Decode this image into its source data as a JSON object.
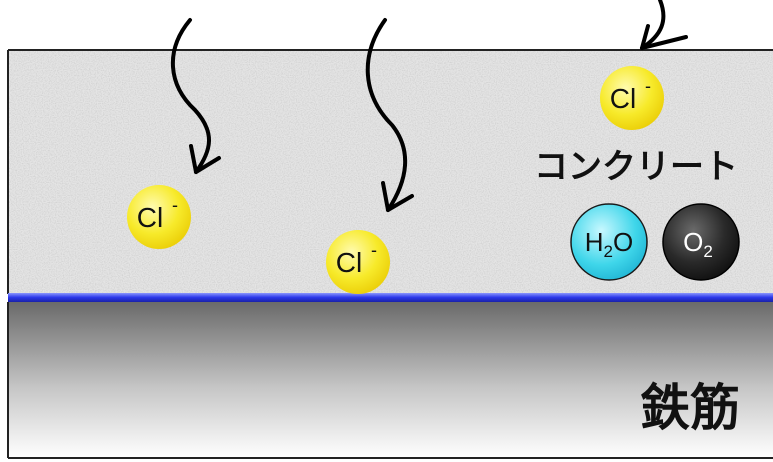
{
  "labels": {
    "concrete": "コンクリート",
    "rebar": "鉄筋"
  },
  "ions": [
    {
      "element": "Cl",
      "charge": "-"
    },
    {
      "element": "Cl",
      "charge": "-"
    },
    {
      "element": "Cl",
      "charge": "-"
    }
  ],
  "molecules": {
    "water": {
      "base": "H",
      "sub": "2",
      "tail": "O"
    },
    "oxygen": {
      "base": "O",
      "sub": "2"
    }
  },
  "colors": {
    "ion_fill": "#f5e83a",
    "water_fill": "#3fd6ea",
    "oxygen_fill": "#2a2a2a",
    "passive_film": "#3344e0",
    "concrete_base": "#e2e2e2",
    "rebar_top": "#6a6a6a",
    "rebar_bottom": "#ffffff"
  }
}
